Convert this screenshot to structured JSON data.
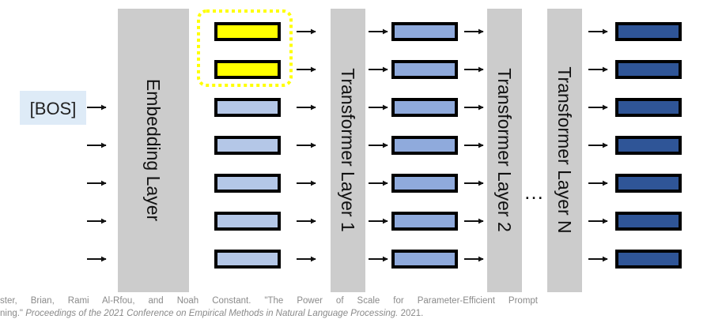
{
  "input_token": "[BOS]",
  "layers": {
    "embedding": "Embedding Layer",
    "transformer_1": "Transformer Layer 1",
    "transformer_2": "Transformer Layer 2",
    "transformer_n": "Transformer Layer N"
  },
  "ellipsis": "…",
  "rows": 7,
  "soft_prompt_rows": 2,
  "colors": {
    "layer_box": "#cccccc",
    "soft_prompt": "#ffff00",
    "soft_prompt_outline": "#ffff00",
    "embedding_vector": "#b4c7e7",
    "layer1_vector": "#8faadc",
    "final_vector": "#2f5597",
    "token_box": "#deebf7",
    "arrow": "#111111"
  },
  "citation": {
    "line1": "ster, Brian, Rami Al-Rfou, and Noah Constant. \"The Power of Scale for Parameter-Efficient Prompt",
    "line2_prefix": "ning.\" ",
    "line2_italic": "Proceedings of the 2021 Conference on Empirical Methods in Natural Language Processing.",
    "line2_suffix": " 2021."
  }
}
